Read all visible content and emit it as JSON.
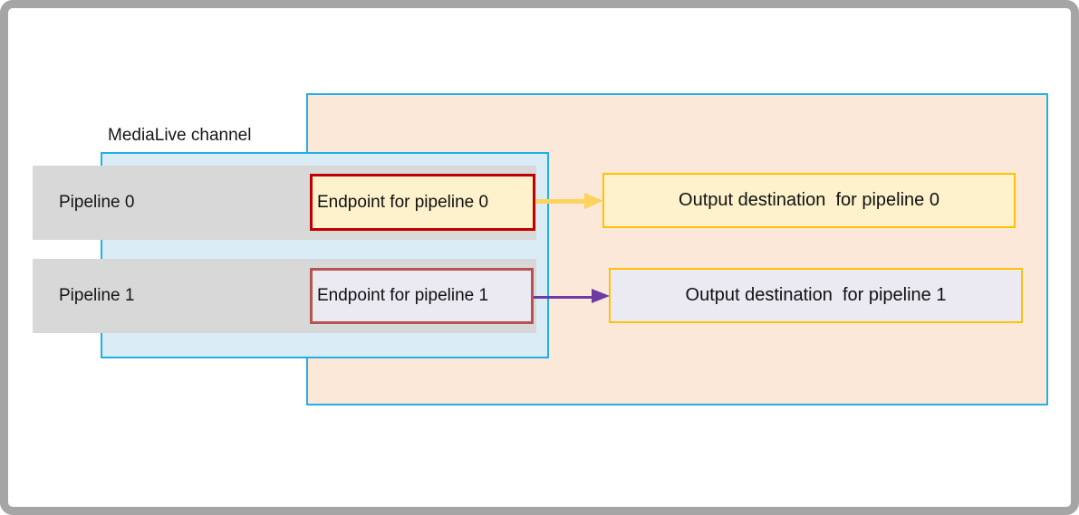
{
  "colors": {
    "frame_gray": "#a5a5a5",
    "bar_gray": "#d8d8d8",
    "channel_fill": "#daecf5",
    "group_fill": "#fbe8d9",
    "cyan": "#24aee6",
    "cream_fill": "#fdf2cc",
    "lavender_fill": "#ebe9f2",
    "endpoint0_border": "#c00000",
    "endpoint1_border": "#b85450",
    "output_border": "#fec103",
    "arrow0": "#fbd35e",
    "arrow1": "#6c3ca4"
  },
  "diagram": {
    "channel": {
      "label": "MediaLive channel",
      "pipelines": [
        {
          "label": "Pipeline 0",
          "endpoint_label": "Endpoint for pipeline 0"
        },
        {
          "label": "Pipeline 1",
          "endpoint_label": "Endpoint for pipeline 1"
        }
      ]
    },
    "destinations": [
      {
        "label": "Output destination  for pipeline 0"
      },
      {
        "label": "Output destination  for pipeline 1"
      }
    ]
  }
}
